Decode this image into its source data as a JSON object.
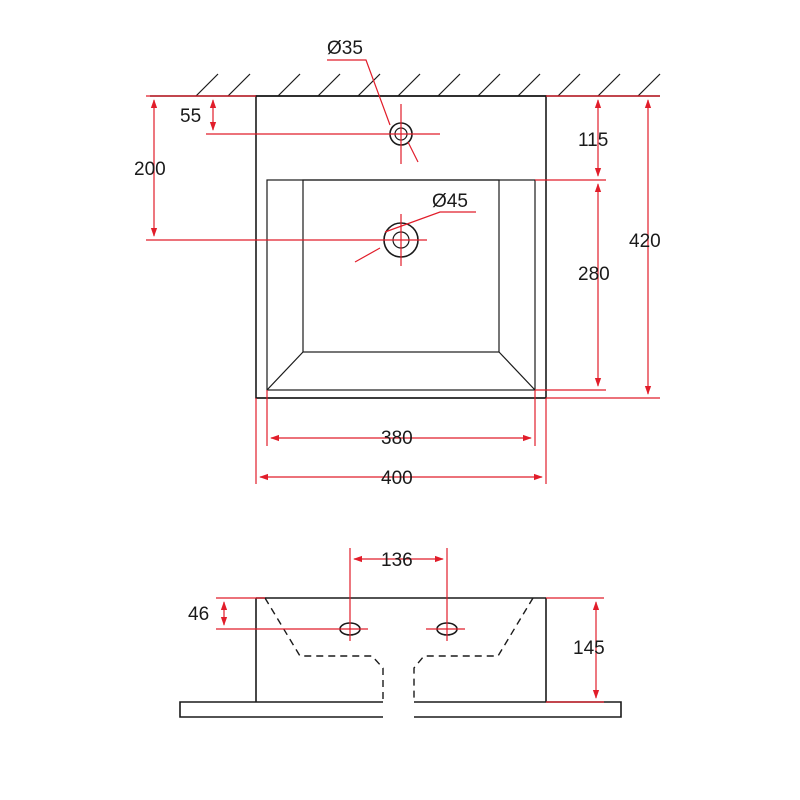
{
  "colors": {
    "dimension": "#e11d2a",
    "outline": "#1a1a1a",
    "background": "#ffffff"
  },
  "top_view": {
    "hole_faucet_label": "Ø35",
    "hole_drain_label": "Ø45",
    "dim_55": "55",
    "dim_200": "200",
    "dim_115": "115",
    "dim_280": "280",
    "dim_420": "420",
    "dim_380": "380",
    "dim_400": "400"
  },
  "side_view": {
    "dim_136": "136",
    "dim_46": "46",
    "dim_145": "145"
  }
}
